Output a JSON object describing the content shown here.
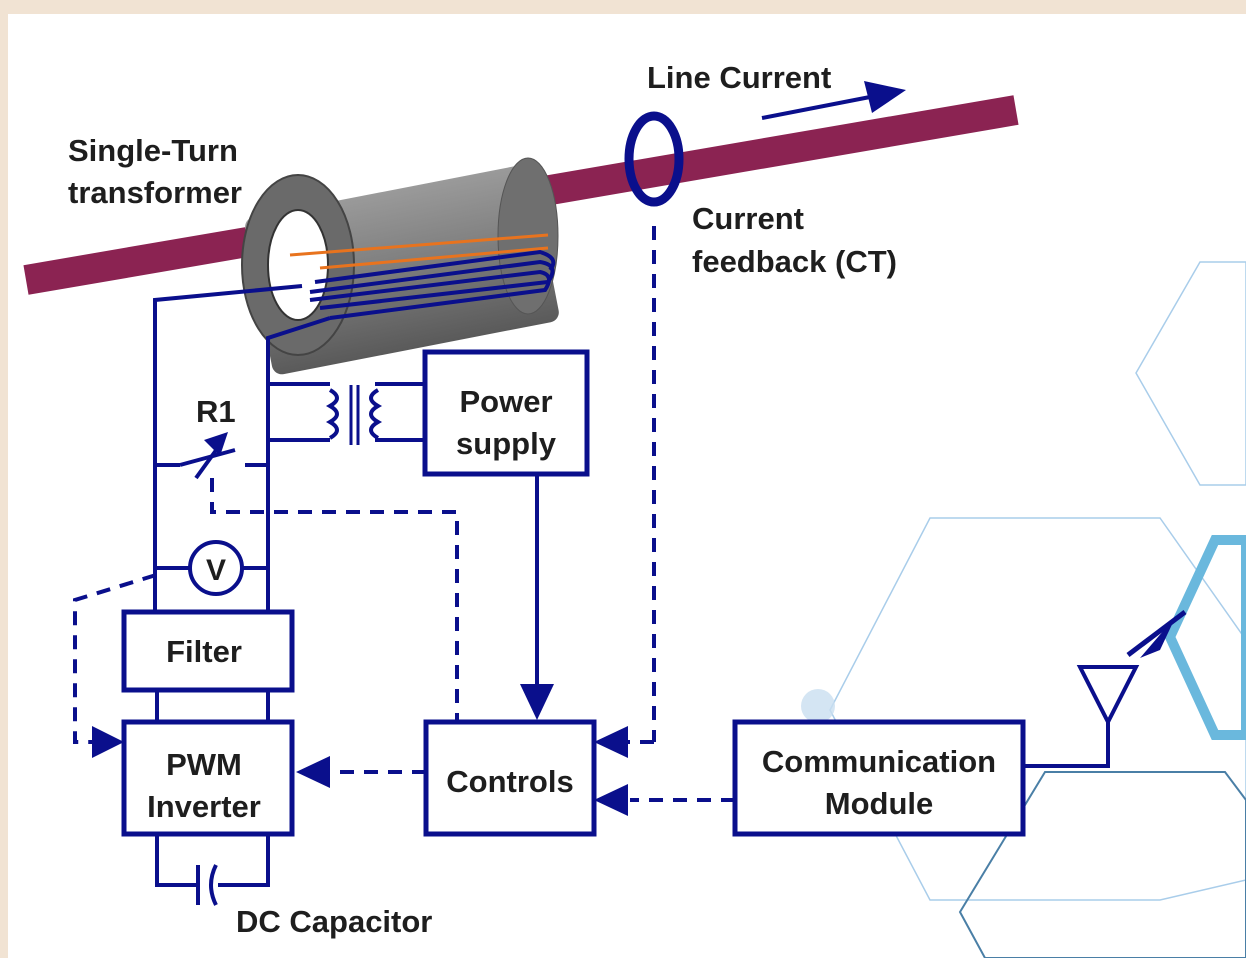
{
  "labels": {
    "line_current": "Line Current",
    "single_turn_1": "Single-Turn",
    "single_turn_2": "transformer",
    "current_fb_1": "Current",
    "current_fb_2": "feedback (CT)",
    "r1": "R1",
    "power_supply_1": "Power",
    "power_supply_2": "supply",
    "voltmeter": "V",
    "filter": "Filter",
    "pwm_1": "PWM",
    "pwm_2": "Inverter",
    "controls": "Controls",
    "comm_1": "Communication",
    "comm_2": "Module",
    "dc_capacitor": "DC Capacitor"
  },
  "colors": {
    "conductor": "#8b2352",
    "wiring": "#0a0f8c",
    "core": "#8a8a8a",
    "winding_highlight": "#e8731e",
    "background": "#f1e3d3"
  }
}
